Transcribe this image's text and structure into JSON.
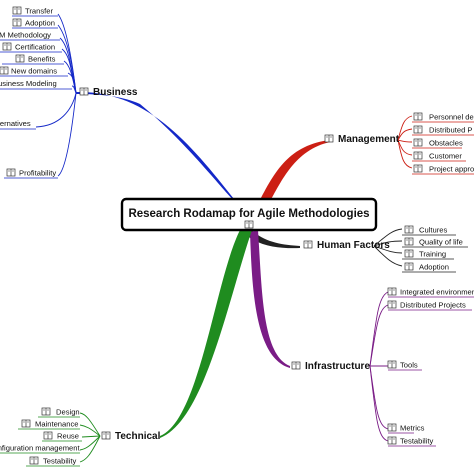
{
  "center": {
    "title": "Research Rodamap for Agile Methodologies"
  },
  "branches": {
    "business": {
      "label": "Business",
      "color": "#1428c8",
      "leaves": [
        "Transfer",
        "Adoption",
        "AM Methodology",
        "Certification",
        "Benefits",
        "New domains",
        "Business Modeling",
        "Alternatives",
        "Profitability"
      ]
    },
    "management": {
      "label": "Management",
      "color": "#cc1f14",
      "leaves": [
        "Personnel de",
        "Distributed P",
        "Obstacles",
        "Customer",
        "Project appro"
      ]
    },
    "human_factors": {
      "label": "Human Factors",
      "color": "#222222",
      "leaves": [
        "Cultures",
        "Quality of life",
        "Training",
        "Adoption"
      ]
    },
    "infrastructure": {
      "label": "Infrastructure",
      "color": "#7a1c86",
      "leaves": [
        "Integrated environmen",
        "Distributed Projects",
        "Tools",
        "Metrics",
        "Testability"
      ]
    },
    "technical": {
      "label": "Technical",
      "color": "#1f8c1f",
      "leaves": [
        "Design",
        "Maintenance",
        "Reuse",
        "Configuration management",
        "Testability"
      ]
    }
  },
  "icons": {
    "leaf": "book-icon",
    "branch": "book-icon"
  }
}
